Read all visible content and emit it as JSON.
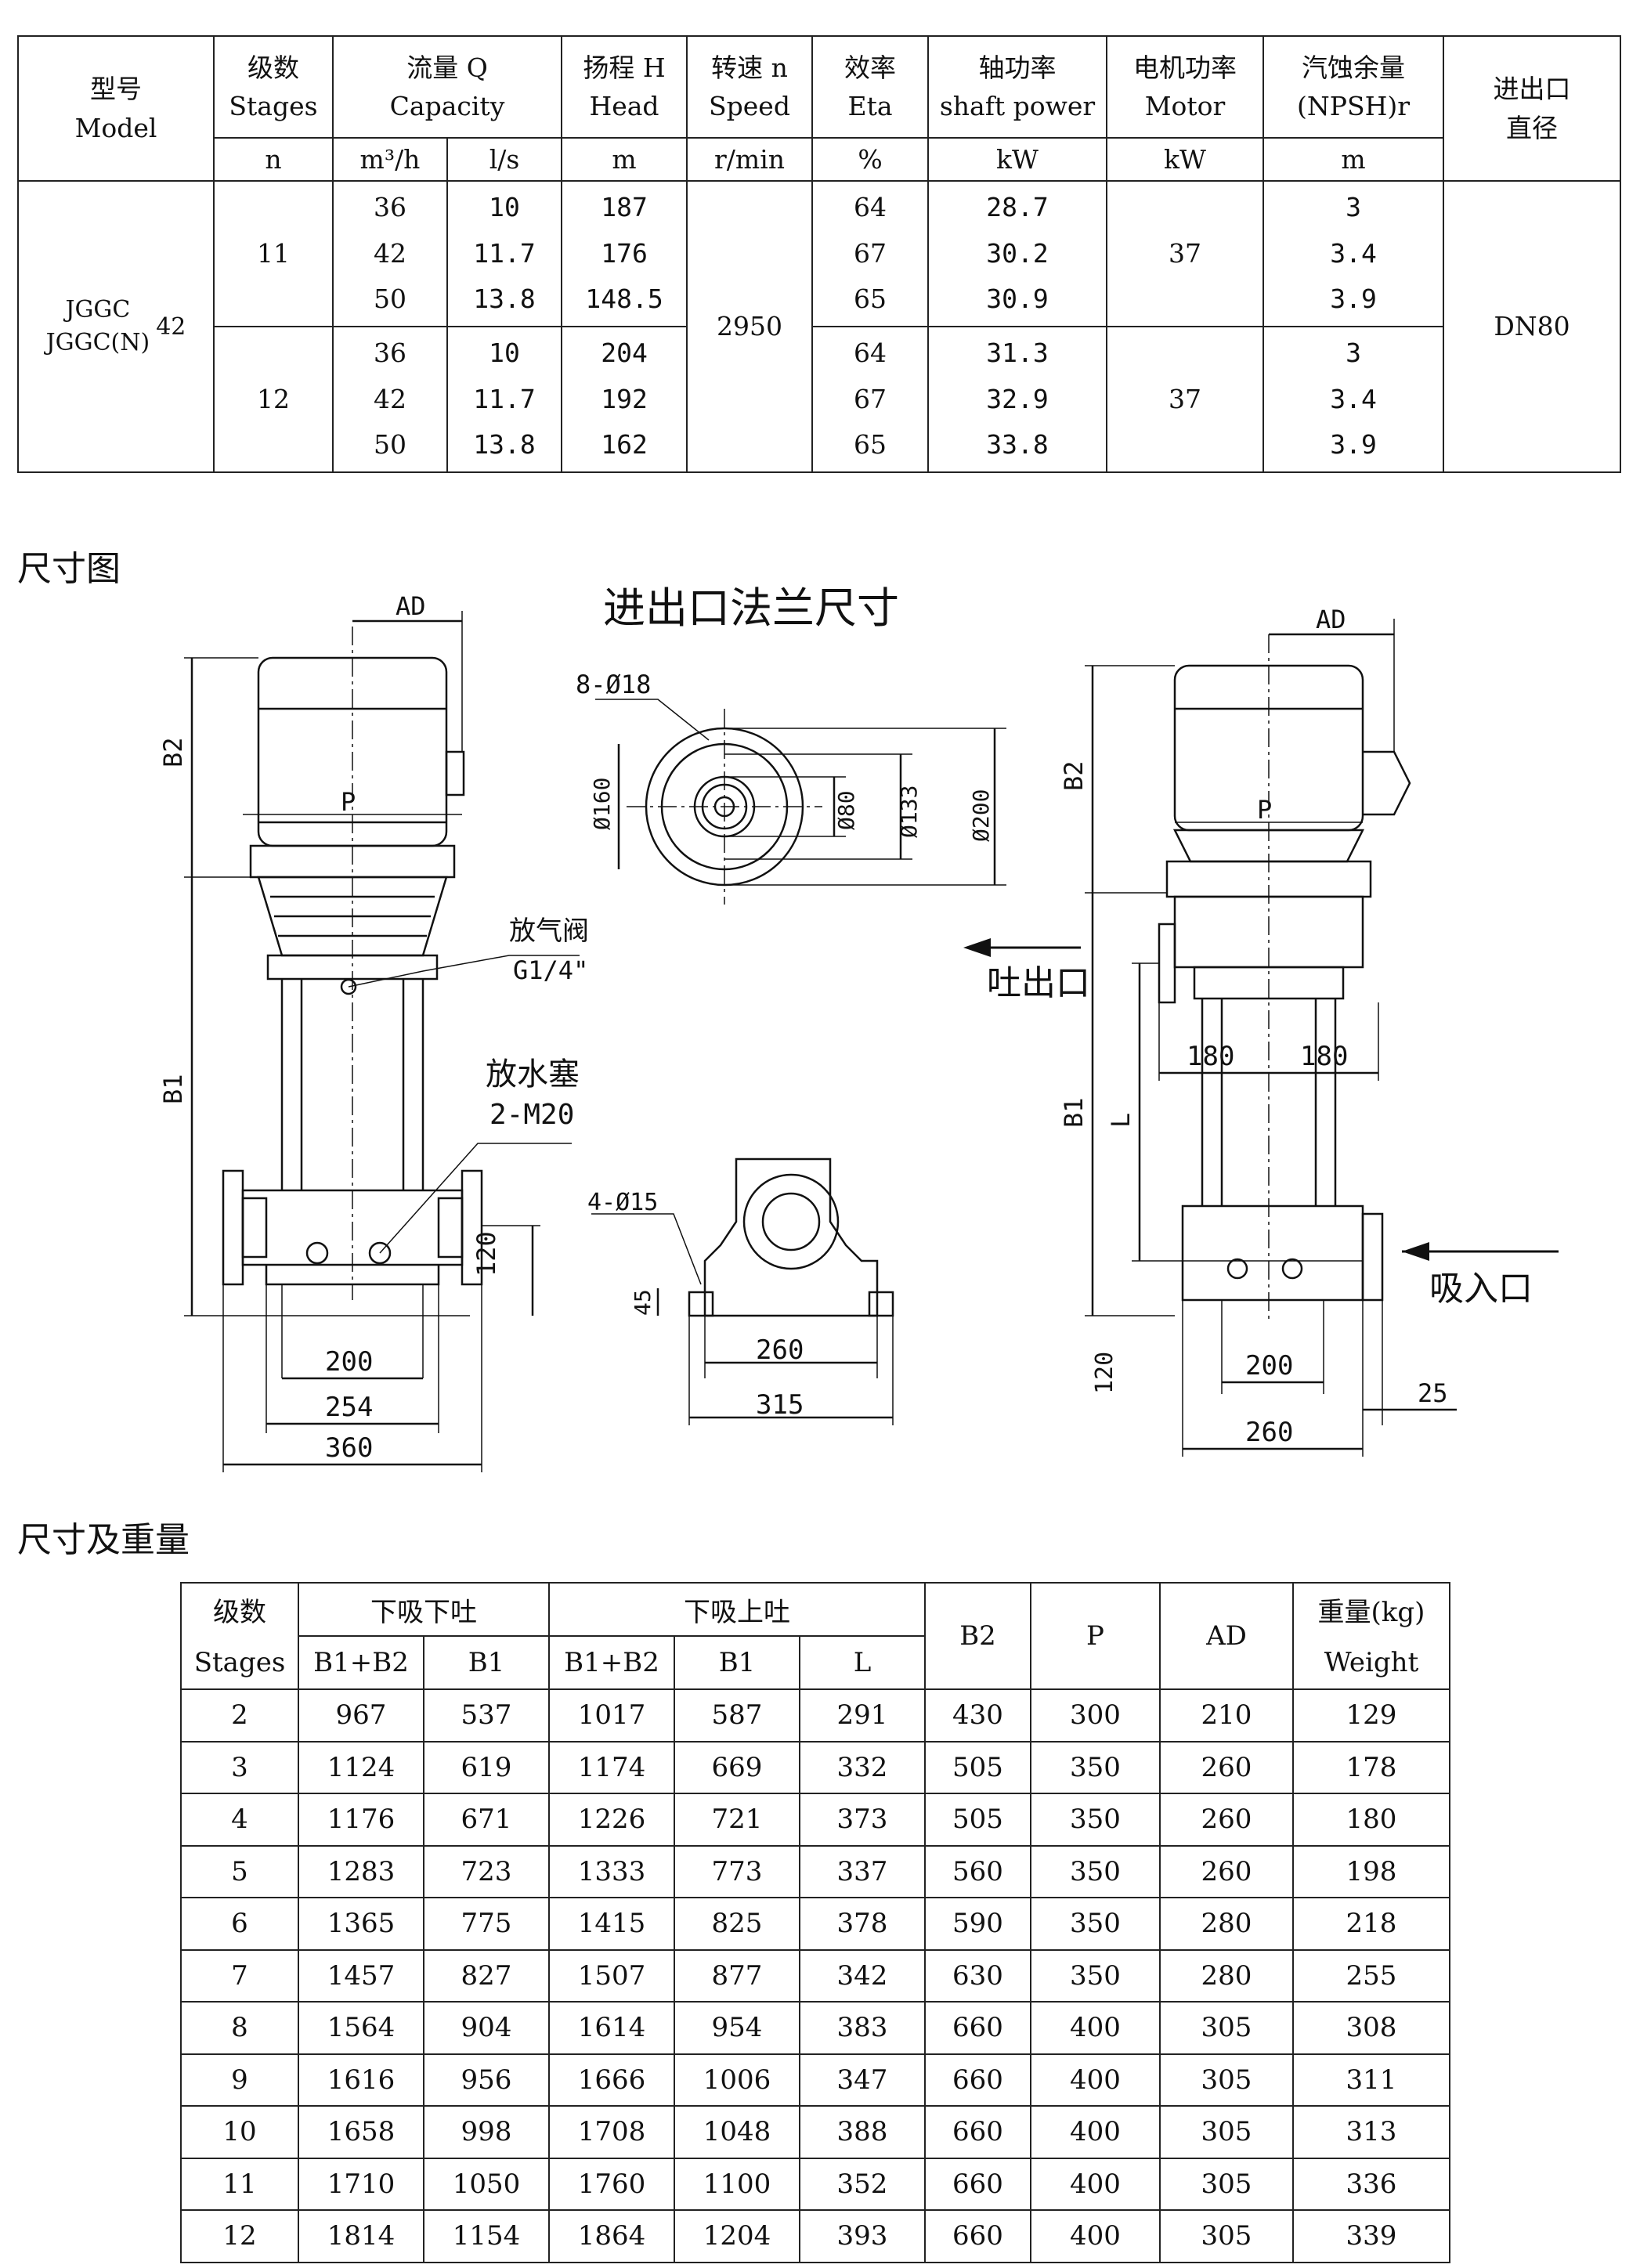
{
  "spec_table": {
    "headers": {
      "model": {
        "cn": "型号",
        "en": "Model"
      },
      "stages": {
        "cn": "级数",
        "en": "Stages",
        "unit": "n"
      },
      "capacity": {
        "cn": "流量 Q",
        "en": "Capacity",
        "unit1": "m³/h",
        "unit2": "l/s"
      },
      "head": {
        "cn": "扬程 H",
        "en": "Head",
        "unit": "m"
      },
      "speed": {
        "cn": "转速 n",
        "en": "Speed",
        "unit": "r/min"
      },
      "eta": {
        "cn": "效率",
        "en": "Eta",
        "unit": "%"
      },
      "shaft": {
        "cn": "轴功率",
        "en": "shaft power",
        "unit": "kW"
      },
      "motor": {
        "cn": "电机功率",
        "en": "Motor",
        "unit": "kW"
      },
      "npsh": {
        "cn": "汽蚀余量",
        "en": "(NPSH)r",
        "unit": "m"
      },
      "port": {
        "cn1": "进出口",
        "cn2": "直径"
      }
    },
    "model_name1": "JGGC",
    "model_name2": "JGGC(N)",
    "model_number": "42",
    "speed_value": "2950",
    "port_value": "DN80",
    "groups": [
      {
        "stages": "11",
        "motor": "37",
        "rows": [
          {
            "q_m3h": "36",
            "q_ls": "10",
            "head": "187",
            "eta": "64",
            "shaft": "28.7",
            "npsh": "3"
          },
          {
            "q_m3h": "42",
            "q_ls": "11.7",
            "head": "176",
            "eta": "67",
            "shaft": "30.2",
            "npsh": "3.4"
          },
          {
            "q_m3h": "50",
            "q_ls": "13.8",
            "head": "148.5",
            "eta": "65",
            "shaft": "30.9",
            "npsh": "3.9"
          }
        ]
      },
      {
        "stages": "12",
        "motor": "37",
        "rows": [
          {
            "q_m3h": "36",
            "q_ls": "10",
            "head": "204",
            "eta": "64",
            "shaft": "31.3",
            "npsh": "3"
          },
          {
            "q_m3h": "42",
            "q_ls": "11.7",
            "head": "192",
            "eta": "67",
            "shaft": "32.9",
            "npsh": "3.4"
          },
          {
            "q_m3h": "50",
            "q_ls": "13.8",
            "head": "162",
            "eta": "65",
            "shaft": "33.8",
            "npsh": "3.9"
          }
        ]
      }
    ]
  },
  "section_drawing_title": "尺寸图",
  "drawing": {
    "flange_title": "进出口法兰尺寸",
    "labels": {
      "AD": "AD",
      "B2": "B2",
      "B1": "B1",
      "P": "P",
      "L": "L",
      "vent": "放气阀",
      "vent_size": "G1/4\"",
      "drain": "放水塞",
      "drain_size": "2-M20",
      "outlet": "吐出口",
      "inlet": "吸入口",
      "holes8": "8-Ø18",
      "holes4": "4-Ø15",
      "d160": "Ø160",
      "d80": "Ø80",
      "d133": "Ø133",
      "d200": "Ø200",
      "dim_200": "200",
      "dim_254": "254",
      "dim_360": "360",
      "dim_120": "120",
      "dim_45": "45",
      "dim_260": "260",
      "dim_315": "315",
      "dim_180a": "180",
      "dim_180b": "180",
      "dim_25": "25"
    }
  },
  "section_weight_title": "尺寸及重量",
  "dim_table": {
    "headers": {
      "stages_cn": "级数",
      "stages_en": "Stages",
      "group1": "下吸下吐",
      "group2": "下吸上吐",
      "b1b2": "B1+B2",
      "b1": "B1",
      "l": "L",
      "b2": "B2",
      "p": "P",
      "ad": "AD",
      "weight_cn": "重量(kg)",
      "weight_en": "Weight"
    },
    "rows": [
      [
        "2",
        "967",
        "537",
        "1017",
        "587",
        "291",
        "430",
        "300",
        "210",
        "129"
      ],
      [
        "3",
        "1124",
        "619",
        "1174",
        "669",
        "332",
        "505",
        "350",
        "260",
        "178"
      ],
      [
        "4",
        "1176",
        "671",
        "1226",
        "721",
        "373",
        "505",
        "350",
        "260",
        "180"
      ],
      [
        "5",
        "1283",
        "723",
        "1333",
        "773",
        "337",
        "560",
        "350",
        "260",
        "198"
      ],
      [
        "6",
        "1365",
        "775",
        "1415",
        "825",
        "378",
        "590",
        "350",
        "280",
        "218"
      ],
      [
        "7",
        "1457",
        "827",
        "1507",
        "877",
        "342",
        "630",
        "350",
        "280",
        "255"
      ],
      [
        "8",
        "1564",
        "904",
        "1614",
        "954",
        "383",
        "660",
        "400",
        "305",
        "308"
      ],
      [
        "9",
        "1616",
        "956",
        "1666",
        "1006",
        "347",
        "660",
        "400",
        "305",
        "311"
      ],
      [
        "10",
        "1658",
        "998",
        "1708",
        "1048",
        "388",
        "660",
        "400",
        "305",
        "313"
      ],
      [
        "11",
        "1710",
        "1050",
        "1760",
        "1100",
        "352",
        "660",
        "400",
        "305",
        "336"
      ],
      [
        "12",
        "1814",
        "1154",
        "1864",
        "1204",
        "393",
        "660",
        "400",
        "305",
        "339"
      ]
    ]
  }
}
